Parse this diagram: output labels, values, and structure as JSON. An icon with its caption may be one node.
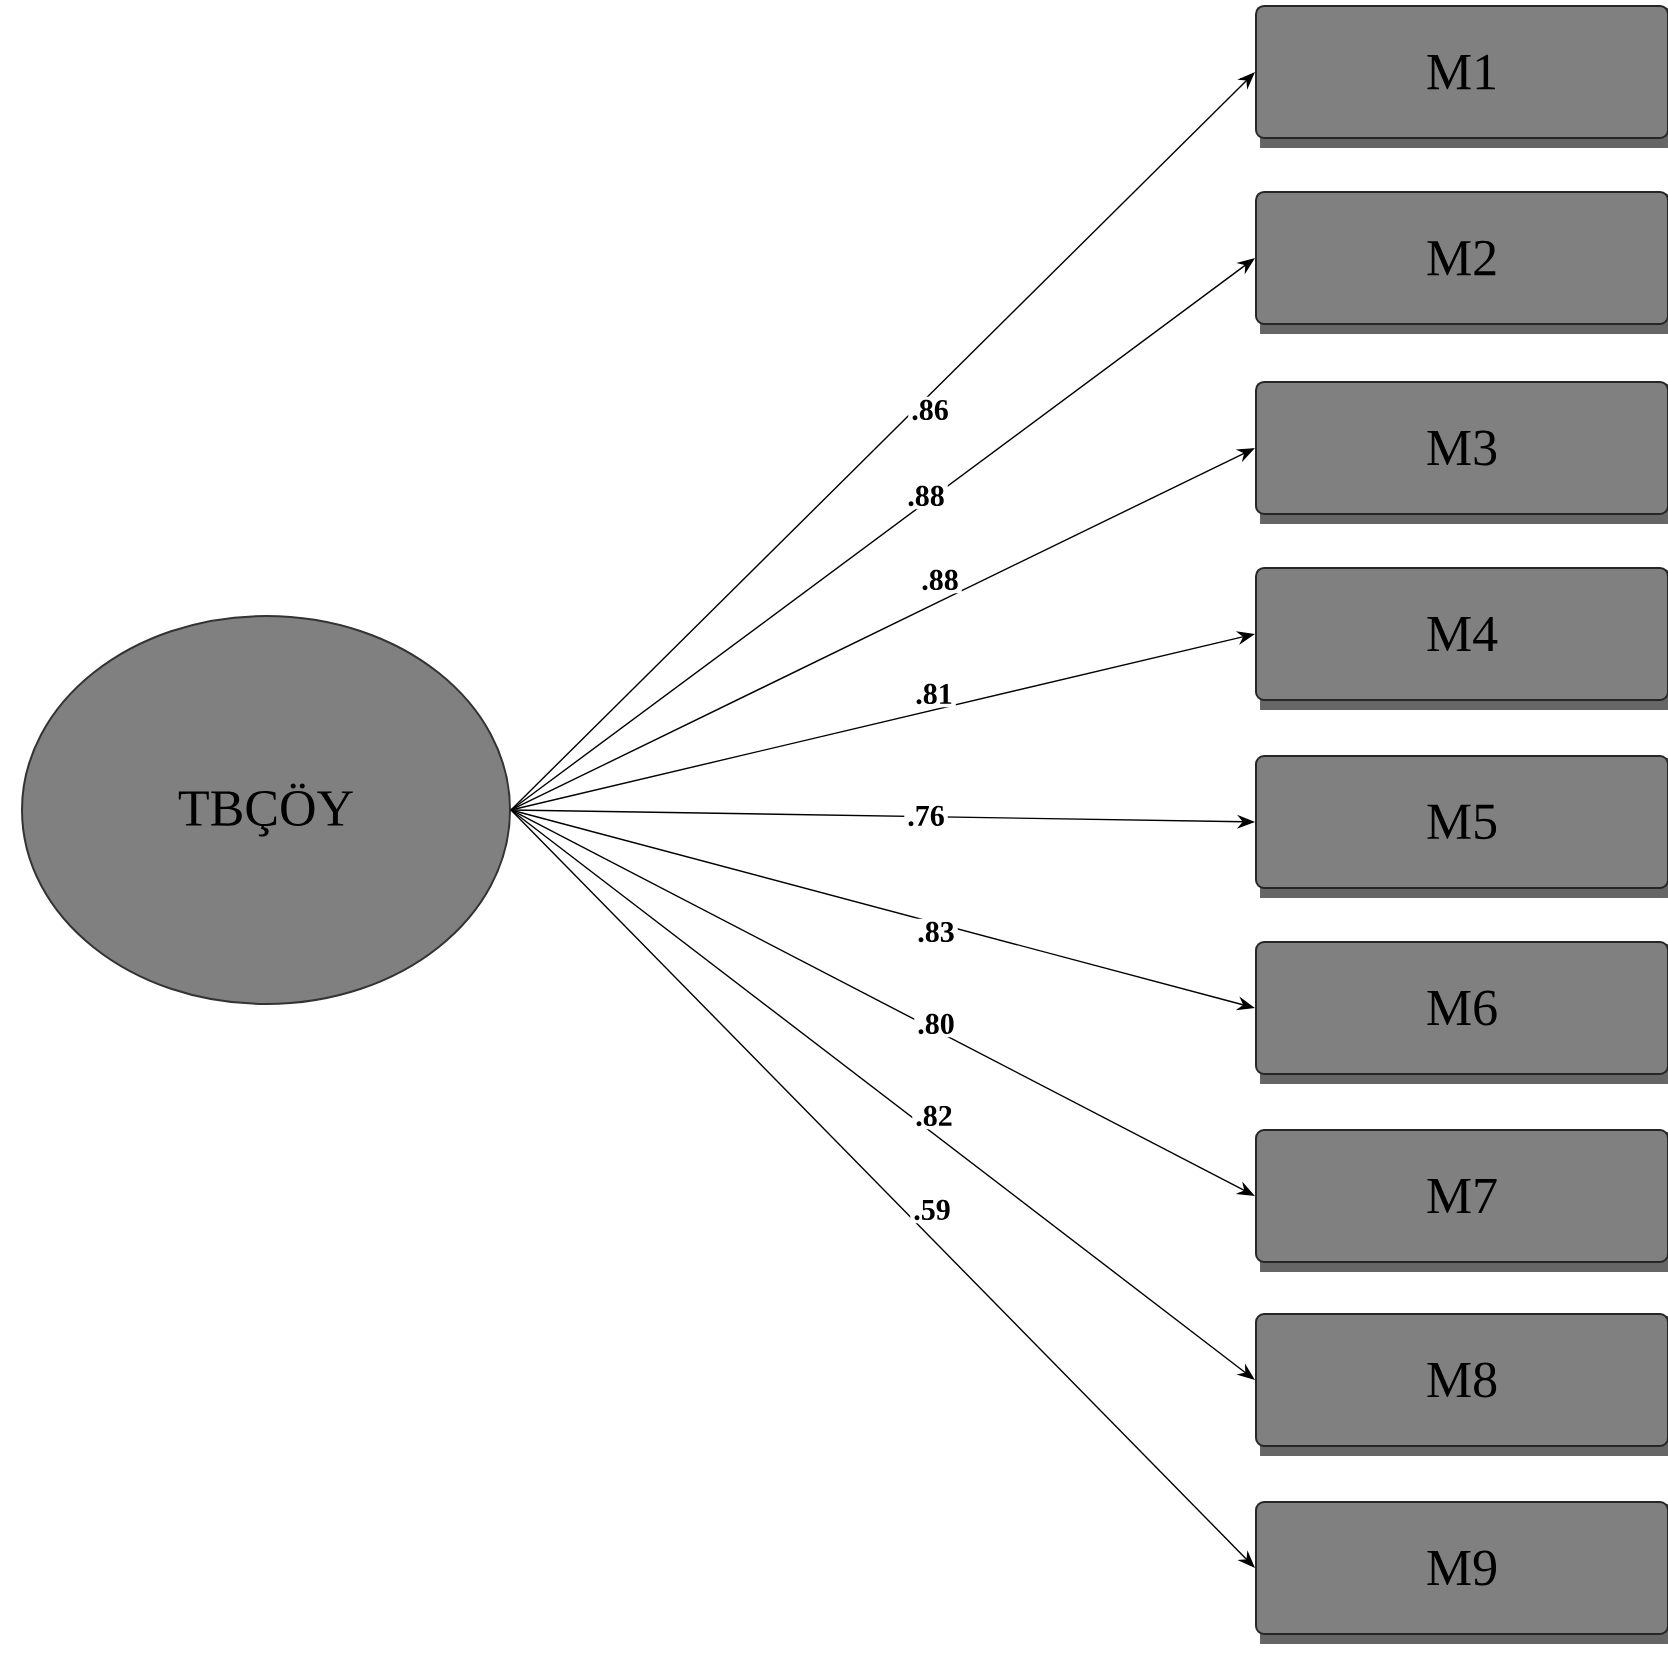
{
  "diagram": {
    "nodes": [
      {
        "text": [
          "TBÇÖY"
        ]
      },
      {
        "text": [
          "M1"
        ]
      },
      {
        "text": [
          "M2"
        ]
      },
      {
        "text": [
          "M3"
        ]
      },
      {
        "text": [
          "M4"
        ]
      },
      {
        "text": [
          "M5"
        ]
      },
      {
        "text": [
          "M6"
        ]
      },
      {
        "text": [
          "M7"
        ]
      },
      {
        "text": [
          "M8"
        ]
      },
      {
        "text": [
          "M9"
        ]
      }
    ],
    "edges": [
      {
        "from": 0,
        "to": 1,
        "arrow": "to",
        "label": ".86"
      },
      {
        "from": 0,
        "to": 2,
        "arrow": "to",
        "label": ".88"
      },
      {
        "from": 0,
        "to": 3,
        "arrow": "to",
        "label": ".88"
      },
      {
        "from": 0,
        "to": 4,
        "arrow": "to",
        "label": ".81"
      },
      {
        "from": 0,
        "to": 5,
        "arrow": "to",
        "label": ".76"
      },
      {
        "from": 0,
        "to": 6,
        "arrow": "to",
        "label": ".83"
      },
      {
        "from": 0,
        "to": 7,
        "arrow": "to",
        "label": ".80"
      },
      {
        "from": 0,
        "to": 8,
        "arrow": "to",
        "label": ".82"
      },
      {
        "from": 0,
        "to": 9,
        "arrow": "to",
        "label": ".59"
      }
    ]
  }
}
